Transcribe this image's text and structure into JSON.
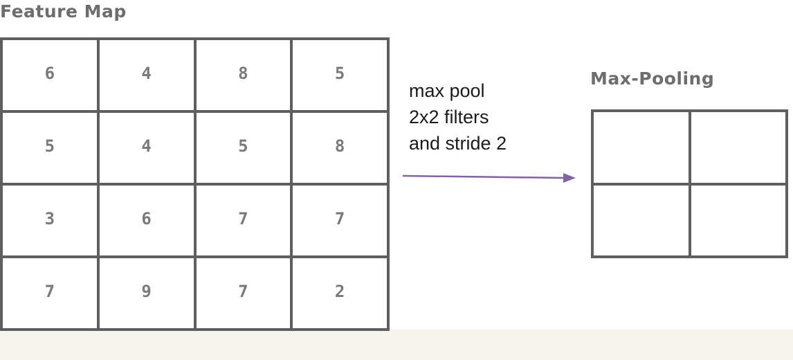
{
  "feature_map": {
    "title": "Feature Map",
    "rows": [
      [
        "6",
        "4",
        "8",
        "5"
      ],
      [
        "5",
        "4",
        "5",
        "8"
      ],
      [
        "3",
        "6",
        "7",
        "7"
      ],
      [
        "7",
        "9",
        "7",
        "2"
      ]
    ]
  },
  "operation": {
    "lines": [
      "max pool",
      "2x2 filters",
      "and stride 2"
    ],
    "arrow_color": "#8064a2"
  },
  "max_pooling": {
    "title": "Max-Pooling",
    "rows": [
      [
        "",
        ""
      ],
      [
        "",
        ""
      ]
    ]
  }
}
